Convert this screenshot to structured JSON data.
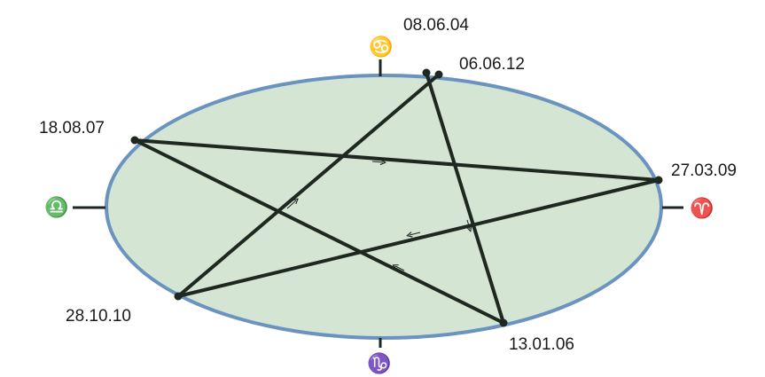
{
  "colors": {
    "ellipse_fill": "#d4e5d3",
    "ellipse_stroke": "#6b93bf",
    "line": "#1e2820",
    "text": "#1a1a1a"
  },
  "dates": {
    "top_a": "08.06.04",
    "top_b": "06.06.12",
    "left": "18.08.07",
    "right": "27.03.09",
    "bottom_left": "28.10.10",
    "bottom_right": "13.01.06"
  },
  "symbols": {
    "top": "♋",
    "left": "♎",
    "right": "♈",
    "bottom": "♑"
  }
}
